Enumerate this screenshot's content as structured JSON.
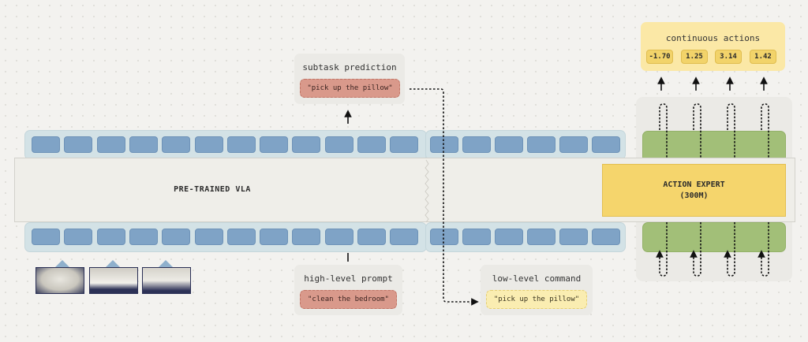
{
  "subtask_card": {
    "title": "subtask prediction",
    "value": "\"pick up the pillow\""
  },
  "high_level_card": {
    "title": "high-level prompt",
    "value": "\"clean the bedroom\""
  },
  "low_level_card": {
    "title": "low-level command",
    "value": "\"pick up the pillow\""
  },
  "vla": {
    "label": "PRE-TRAINED VLA"
  },
  "action_expert": {
    "line1": "ACTION EXPERT",
    "line2": "(300M)"
  },
  "actions": {
    "title": "continuous actions",
    "values": [
      "-1.70",
      "1.25",
      "3.14",
      "1.42"
    ]
  },
  "tokens": {
    "vla_left_count": 12,
    "vla_right_count": 6,
    "expert_count": 4
  },
  "cameras": {
    "count": 3,
    "icon": "camera-image"
  },
  "colors": {
    "token_blue": "#7fa3c6",
    "token_green": "#8aa487",
    "expert_yellow": "#f5d56c",
    "prompt_red": "#d9998b",
    "command_yellow": "#faedb1"
  }
}
